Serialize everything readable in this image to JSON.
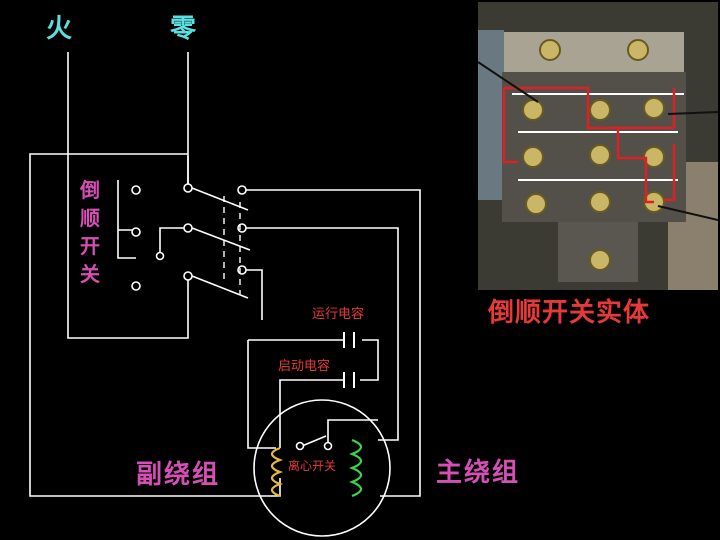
{
  "labels": {
    "live": "火",
    "neutral": "零",
    "reversing_switch": [
      "倒",
      "顺",
      "开",
      "关"
    ],
    "run_capacitor": "运行电容",
    "start_capacitor": "启动电容",
    "centrifugal_switch": "离心开关",
    "aux_winding": "副绕组",
    "main_winding": "主绕组",
    "photo_caption": "倒顺开关实体"
  },
  "colors": {
    "background": "#000000",
    "wire": "#ffffff",
    "title_text": "#59e0e0",
    "switch_text": "#d54fb5",
    "red_text": "#e8393a",
    "coil": "#e5b93a",
    "main_coil": "#34d84a",
    "photo_overlay": "#e02020"
  },
  "icons": {
    "photo": "reversing-switch-photo",
    "coil": "winding-coil-icon",
    "capacitor": "capacitor-icon"
  }
}
